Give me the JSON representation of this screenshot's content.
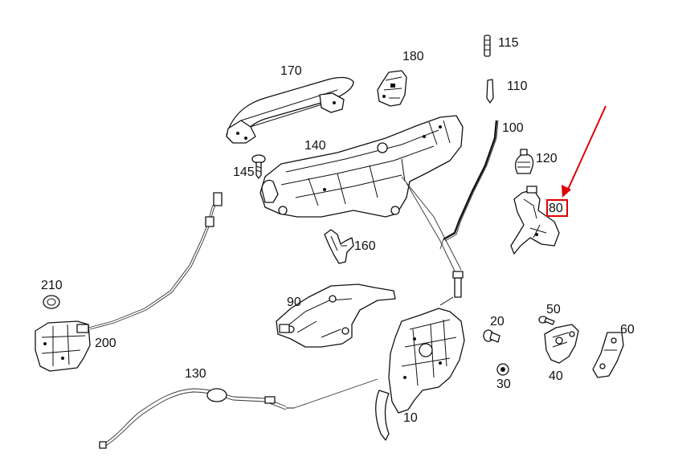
{
  "parts": [
    {
      "id": "p115",
      "label": "115"
    },
    {
      "id": "p180",
      "label": "180"
    },
    {
      "id": "p170",
      "label": "170"
    },
    {
      "id": "p110",
      "label": "110"
    },
    {
      "id": "p100",
      "label": "100"
    },
    {
      "id": "p140",
      "label": "140"
    },
    {
      "id": "p120",
      "label": "120"
    },
    {
      "id": "p145",
      "label": "145"
    },
    {
      "id": "p80",
      "label": "80"
    },
    {
      "id": "p160",
      "label": "160"
    },
    {
      "id": "p210",
      "label": "210"
    },
    {
      "id": "p90",
      "label": "90"
    },
    {
      "id": "p50",
      "label": "50"
    },
    {
      "id": "p20",
      "label": "20"
    },
    {
      "id": "p60",
      "label": "60"
    },
    {
      "id": "p200",
      "label": "200"
    },
    {
      "id": "p130",
      "label": "130"
    },
    {
      "id": "p40",
      "label": "40"
    },
    {
      "id": "p30",
      "label": "30"
    },
    {
      "id": "p10",
      "label": "10"
    }
  ],
  "highlight": {
    "part": "80",
    "color": "#e00000"
  }
}
